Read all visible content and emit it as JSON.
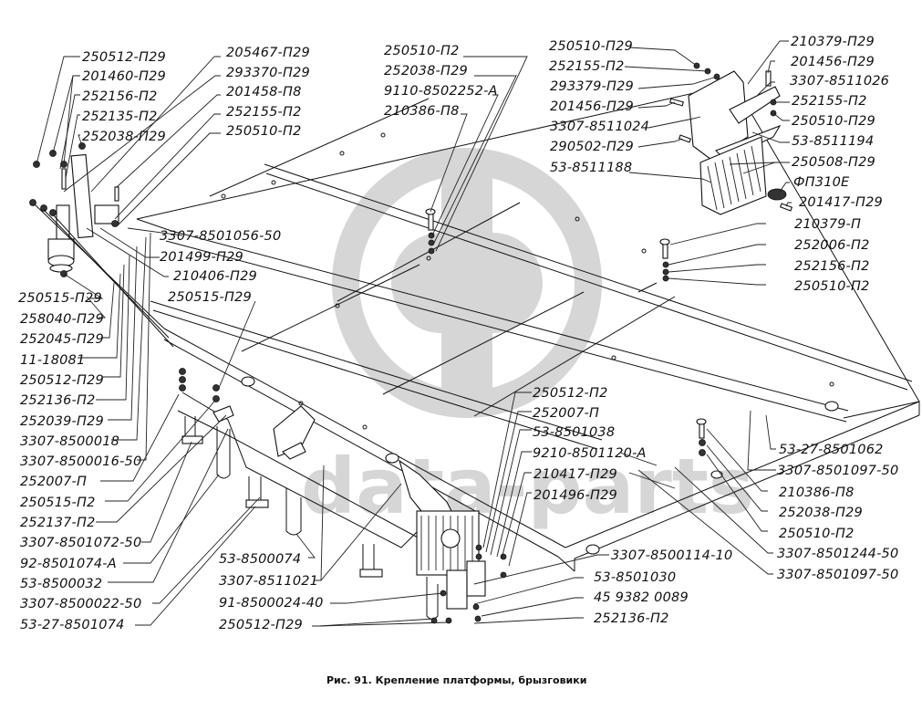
{
  "caption": "Рис. 91. Крепление платформы, брызговики",
  "watermark": {
    "logo": "ФД",
    "text": "data-parts",
    "color": "#d6d6d6"
  },
  "labels": {
    "left_top": [
      "250512-П29",
      "201460-П29",
      "252156-П2",
      "252135-П2",
      "252038-П29"
    ],
    "left_upper_mid": [
      "205467-П29",
      "293370-П29",
      "201458-П8",
      "252155-П2",
      "250510-П2"
    ],
    "center_left": [
      "3307-8501056-50",
      "201499-П29",
      "210406-П29",
      "250515-П29"
    ],
    "left_column": [
      "250515-П29",
      "258040-П29",
      "252045-П29",
      "11-18081",
      "250512-П29",
      "252136-П2",
      "252039-П29",
      "3307-8500018",
      "3307-8500016-50",
      "252007-П",
      "250515-П2",
      "252137-П2",
      "3307-8501072-50",
      "92-8501074-А",
      "53-8500032",
      "3307-8500022-50",
      "53-27-8501074"
    ],
    "bottom_center": [
      "53-8500074",
      "3307-8511021",
      "91-8500024-40",
      "250512-П29"
    ],
    "top_center": [
      "250510-П2",
      "252038-П29",
      "9110-8502252-А",
      "210386-П8"
    ],
    "mudflap_left": [
      "250510-П29",
      "252155-П2",
      "293379-П29",
      "201456-П29",
      "3307-8511024",
      "290502-П29",
      "53-8511188"
    ],
    "mudflap_right": [
      "210379-П29",
      "201456-П29",
      "3307-8511026",
      "252155-П2",
      "250510-П29",
      "53-8511194",
      "250508-П29",
      "ФП310Е",
      "201417-П29"
    ],
    "right_upper": [
      "210379-П",
      "252006-П2",
      "252156-П2",
      "250510-П2"
    ],
    "center_right": [
      "250512-П2",
      "252007-П",
      "53-8501038",
      "9210-8501120-А",
      "210417-П29",
      "201496-П29"
    ],
    "right_lower": [
      "53-27-8501062",
      "3307-8501097-50",
      "210386-П8",
      "252038-П29",
      "250510-П2",
      "3307-8501244-50",
      "3307-8501097-50"
    ],
    "bottom_right": [
      "3307-8500114-10",
      "53-8501030",
      "45 9382 0089",
      "252136-П2"
    ]
  }
}
